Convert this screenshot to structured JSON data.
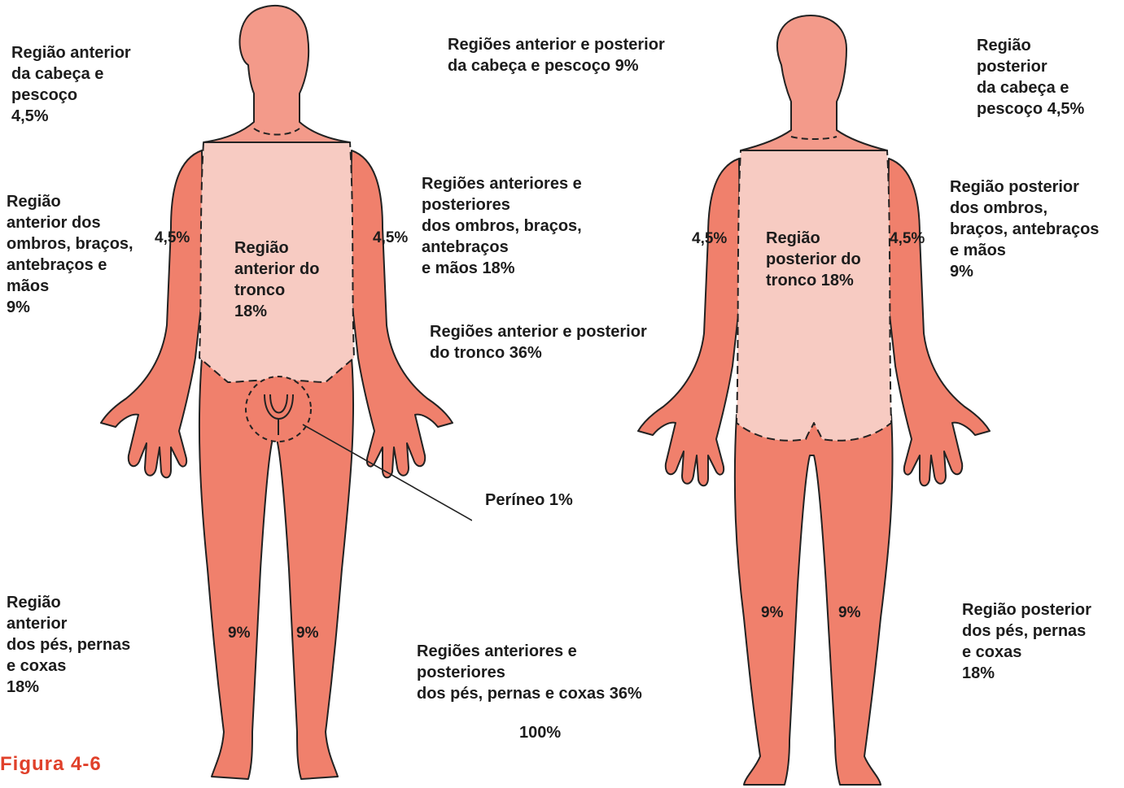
{
  "colors": {
    "limb": "#f0806c",
    "trunk": "#f7cbc2",
    "head": "#f39a8a",
    "outline": "#222222",
    "figure_label": "#e0402a"
  },
  "front": {
    "head_neck_label": "Região anterior\nda cabeça e\npescoço\n4,5%",
    "upper_label": "Região\nanterior dos\nombros, braços,\nantebraços e\nmãos\n9%",
    "trunk_label": "Região\nanterior do\ntronco\n18%",
    "lower_label": "Região\nanterior\ndos pés, pernas\ne coxas\n18%",
    "arm_left_pct": "4,5%",
    "arm_right_pct": "4,5%",
    "leg_left_pct": "9%",
    "leg_right_pct": "9%"
  },
  "middle": {
    "head_neck": "Regiões anterior e posterior\nda cabeça e pescoço 9%",
    "upper": "Regiões anteriores e\nposteriores\ndos ombros, braços,\nantebraços\ne mãos 18%",
    "trunk": "Regiões anterior e posterior\ndo tronco 36%",
    "perineum": "Períneo 1%",
    "lower": "Regiões anteriores e\nposteriores\ndos pés, pernas e coxas 36%",
    "total": "100%"
  },
  "back": {
    "head_neck_label": "Região\nposterior\nda cabeça e\npescoço 4,5%",
    "upper_label": "Região posterior\ndos ombros,\nbraços, antebraços\ne mãos\n9%",
    "trunk_label": "Região\nposterior do\ntronco 18%",
    "lower_label": "Região posterior\ndos pés, pernas\ne coxas\n18%",
    "arm_left_pct": "4,5%",
    "arm_right_pct": "4,5%",
    "leg_left_pct": "9%",
    "leg_right_pct": "9%"
  },
  "figure_caption": "Figura 4-6"
}
